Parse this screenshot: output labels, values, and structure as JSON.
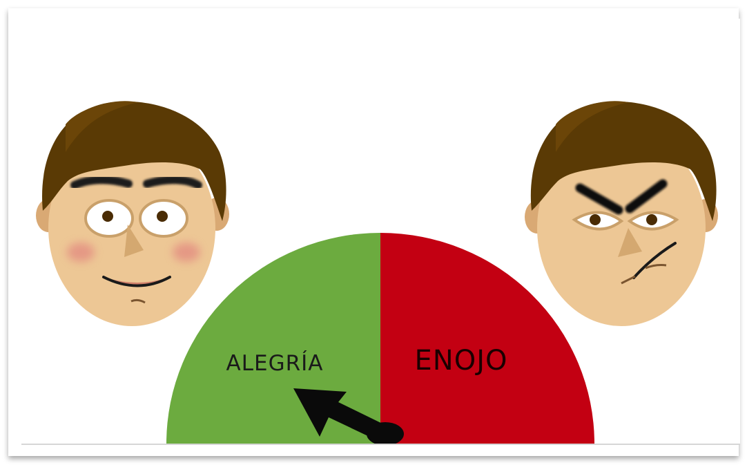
{
  "gauge": {
    "left_label": "ALEGRÍA",
    "right_label": "ENOJO",
    "left_color": "#6cab3f",
    "right_color": "#c30012",
    "pointer_level": 0.22
  },
  "faces": {
    "left": {
      "mood": "happy-face-icon"
    },
    "right": {
      "mood": "angry-face-icon"
    }
  },
  "colors": {
    "skin": "#edc795",
    "hair": "#5a3a05",
    "frame_border": "#c8c8c8"
  }
}
